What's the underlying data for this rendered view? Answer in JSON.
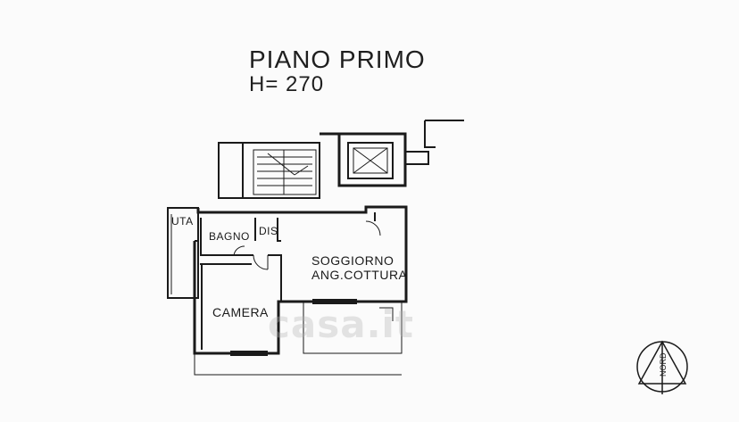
{
  "header": {
    "title": "PIANO PRIMO",
    "height_label": "H= 270"
  },
  "rooms": {
    "uta": "UTA",
    "bagno": "BAGNO",
    "dis": "DIS",
    "soggiorno_line1": "SOGGIORNO",
    "soggiorno_line2": "ANG.COTTURA",
    "camera": "CAMERA"
  },
  "watermark": "casa.it",
  "compass": {
    "label": "NORD"
  }
}
